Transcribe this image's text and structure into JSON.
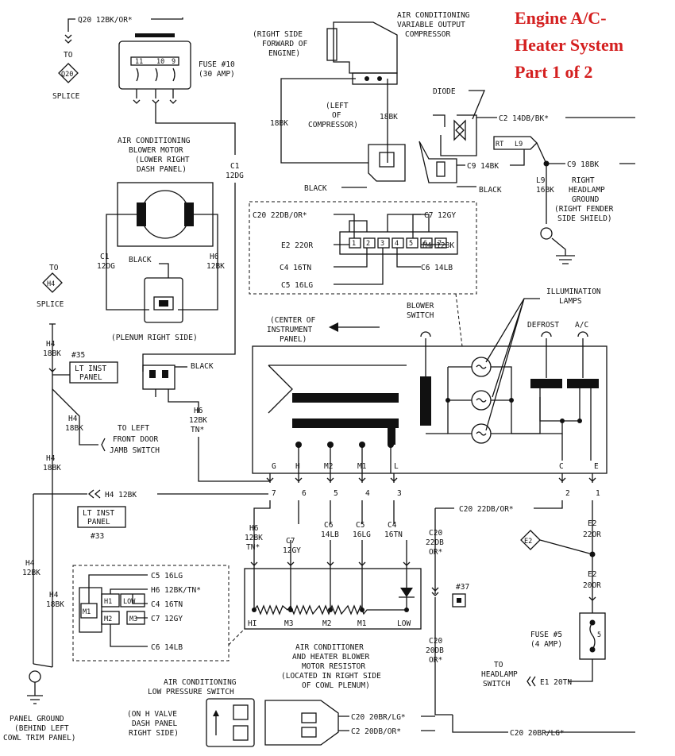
{
  "title": {
    "line1": "Engine A/C-",
    "line2": "Heater System",
    "line3": "Part 1 of 2"
  },
  "top_left": {
    "q20_wire": "Q20 12BK/OR*",
    "to": "TO",
    "splice_id": "Q20",
    "splice": "SPLICE",
    "fuse_line1": "FUSE #10",
    "fuse_line2": "(30 AMP)",
    "fuse_pins": [
      "11",
      "10",
      "9"
    ]
  },
  "compressor": {
    "title_lines": [
      "AIR CONDITIONING",
      "VARIABLE OUTPUT",
      "COMPRESSOR"
    ],
    "location_lines": [
      "(RIGHT SIDE",
      "FORWARD OF",
      "ENGINE)"
    ],
    "left_lines": [
      "(LEFT",
      "OF",
      "COMPRESSOR)"
    ],
    "wire_left": "18BK",
    "wire_right": "18BK",
    "black": "BLACK"
  },
  "diode": {
    "label": "DIODE",
    "c2_wire": "C2 14DB/BK*",
    "c9_wire": "C9 14BK",
    "black": "BLACK"
  },
  "headlamp_ground": {
    "rt": "RT",
    "l9": "L9",
    "c9_wire": "C9 18BK",
    "l9_wire_1": "L9",
    "l9_wire_2": "16BK",
    "lines": [
      "RIGHT",
      "HEADLAMP",
      "GROUND",
      "(RIGHT FENDER",
      "SIDE SHIELD)"
    ]
  },
  "blower_motor": {
    "title_lines": [
      "AIR CONDITIONING",
      "BLOWER MOTOR",
      "(LOWER RIGHT",
      "DASH PANEL)"
    ],
    "c1_wire_1": "C1",
    "c1_wire_2": "12DG",
    "h6_wire_1": "H6",
    "h6_wire_2": "12BK",
    "black": "BLACK",
    "plenum": "(PLENUM RIGHT SIDE)",
    "c1_feed_1": "C1",
    "c1_feed_2": "12DG"
  },
  "connector_block": {
    "c20": "C20 22DB/OR*",
    "c7": "C7 12GY",
    "e2": "E2 22OR",
    "h4": "H4 12BK",
    "c4": "C4 16TN",
    "c6": "C6 14LB",
    "c5": "C5 16LG",
    "pins": [
      "1",
      "2",
      "3",
      "4",
      "5",
      "6",
      "7"
    ]
  },
  "left_side": {
    "to": "TO",
    "splice_id": "H4",
    "splice": "SPLICE",
    "h4_1": "H4",
    "h4_2": "18BK",
    "ref35": "#35",
    "lt_inst_1": "LT INST",
    "lt_inst_2": "PANEL",
    "black": "BLACK",
    "h6_1": "H6",
    "h6_2": "12BK",
    "h6_3": "TN*",
    "h4b_1": "H4",
    "h4b_2": "18BK",
    "door_lines": [
      "TO LEFT",
      "FRONT DOOR",
      "JAMB SWITCH"
    ],
    "h4c_1": "H4",
    "h4c_2": "18BK",
    "h4_12bk": "H4 12BK",
    "lt_inst2_1": "LT INST",
    "lt_inst2_2": "PANEL",
    "ref33": "#33",
    "h4d_1": "H4",
    "h4d_2": "12BK",
    "h4e_1": "H4",
    "h4e_2": "18BK",
    "panel_ground": [
      "PANEL GROUND",
      "(BEHIND LEFT",
      "COWL TRIM PANEL)"
    ]
  },
  "switch_panel": {
    "center_lines": [
      "(CENTER OF",
      "INSTRUMENT",
      "PANEL)"
    ],
    "blower_switch": [
      "BLOWER",
      "SWITCH"
    ],
    "illumination": [
      "ILLUMINATION",
      "LAMPS"
    ],
    "defrost": "DEFROST",
    "ac": "A/C",
    "terminals": [
      "G",
      "H",
      "M2",
      "M1",
      "L",
      "C",
      "E"
    ],
    "pin_numbers": [
      "7",
      "6",
      "5",
      "4",
      "3",
      "2",
      "1"
    ]
  },
  "resistor": {
    "h6": [
      "H6",
      "12BK",
      "TN*"
    ],
    "c7": [
      "C7",
      "12GY"
    ],
    "c6": [
      "C6",
      "14LB"
    ],
    "c5": [
      "C5",
      "16LG"
    ],
    "c4": [
      "C4",
      "16TN"
    ],
    "terminals": [
      "HI",
      "M3",
      "M2",
      "M1",
      "LOW"
    ],
    "title_lines": [
      "AIR CONDITIONER",
      "AND HEATER BLOWER",
      "MOTOR RESISTOR",
      "(LOCATED IN RIGHT SIDE",
      "OF COWL PLENUM)"
    ],
    "inset_wires": [
      "C5 16LG",
      "H6 12BK/TN*",
      "C4 16TN",
      "C7 12GY",
      "C6 14LB"
    ],
    "inset_pins": [
      "M1",
      "H1",
      "LOW",
      "M2",
      "M3"
    ]
  },
  "right_side": {
    "c20_wire": "C20 22DB/OR*",
    "c20a": [
      "C20",
      "22DB",
      "OR*"
    ],
    "ref37": "#37",
    "c20b": [
      "C20",
      "20DB",
      "OR*"
    ],
    "e2_splice": "E2",
    "e2a": [
      "E2",
      "22OR"
    ],
    "e2b": [
      "E2",
      "20OR"
    ],
    "fuse5": [
      "FUSE #5",
      "(4 AMP)"
    ],
    "fuse5_pin": "5",
    "headlamp_switch": [
      "TO",
      "HEADLAMP",
      "SWITCH"
    ],
    "e1_wire": "E1 20TN"
  },
  "pressure_switch": {
    "title_lines": [
      "AIR CONDITIONING",
      "LOW PRESSURE SWITCH"
    ],
    "location_lines": [
      "(ON H VALVE",
      "DASH PANEL",
      "RIGHT SIDE)"
    ],
    "c20_wire": "C20 20BR/LG*",
    "c2_wire": "C2 20DB/OR*",
    "c20_right": "C20 20BR/LG*"
  }
}
